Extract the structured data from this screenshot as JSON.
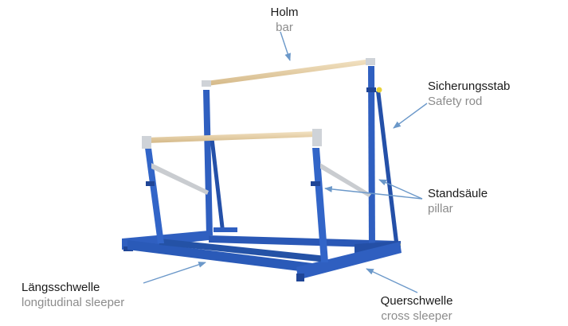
{
  "colors": {
    "frame": "#2f5fc0",
    "frame_dark": "#1f4596",
    "frame_light": "#4a7bd8",
    "bar_wood": "#e8d2a8",
    "bar_wood_shade": "#c9ad7f",
    "metal": "#c9ccd0",
    "arrow": "#6b98c9",
    "label_primary": "#1a1a1a",
    "label_secondary": "#8c8c8c"
  },
  "labels": {
    "bar": {
      "de": "Holm",
      "en": "bar"
    },
    "safety_rod": {
      "de": "Sicherungsstab",
      "en": "Safety rod"
    },
    "pillar": {
      "de": "Standsäule",
      "en": "pillar"
    },
    "longitudinal_sleeper": {
      "de": "Längsschwelle",
      "en": "longitudinal sleeper"
    },
    "cross_sleeper": {
      "de": "Querschwelle",
      "en": "cross sleeper"
    }
  }
}
